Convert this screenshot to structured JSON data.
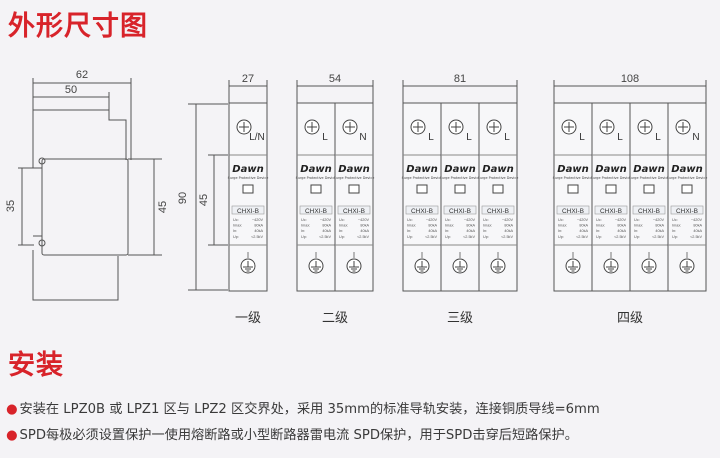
{
  "sections": {
    "dimensions_title": "外形尺寸图",
    "install_title": "安装"
  },
  "side_view": {
    "width_outer": "62",
    "width_inner": "50",
    "height_left": "35",
    "height_right": "45"
  },
  "modules": {
    "brand": "Dawn",
    "subtitle": "Surge Protective Device",
    "model": "CHXI-B",
    "spec_labels": [
      "Uc:",
      "Imax:",
      "In:",
      "Up:"
    ],
    "spec_values": [
      "~420V",
      "80kA",
      "40kA",
      "<2.5kV"
    ]
  },
  "front_views": [
    {
      "width": "27",
      "caption": "一级",
      "terminals": [
        "L/N"
      ],
      "height_outer": "90",
      "height_inner": "45"
    },
    {
      "width": "54",
      "caption": "二级",
      "terminals": [
        "L",
        "N"
      ]
    },
    {
      "width": "81",
      "caption": "三级",
      "terminals": [
        "L",
        "L",
        "L"
      ]
    },
    {
      "width": "108",
      "caption": "四级",
      "terminals": [
        "L",
        "L",
        "L",
        "N"
      ]
    }
  ],
  "install_notes": [
    "安装在 LPZ0B 或 LPZ1  区与 LPZ2 区交界处，采用 35mm的标准导轨安装，连接铜质导线=6mm",
    "SPD每极必须设置保护一使用熔断路或小型断路器雷电流 SPD保护，用于SPD击穿后短路保护。"
  ],
  "colors": {
    "accent": "#d8232a",
    "line": "#555555"
  }
}
